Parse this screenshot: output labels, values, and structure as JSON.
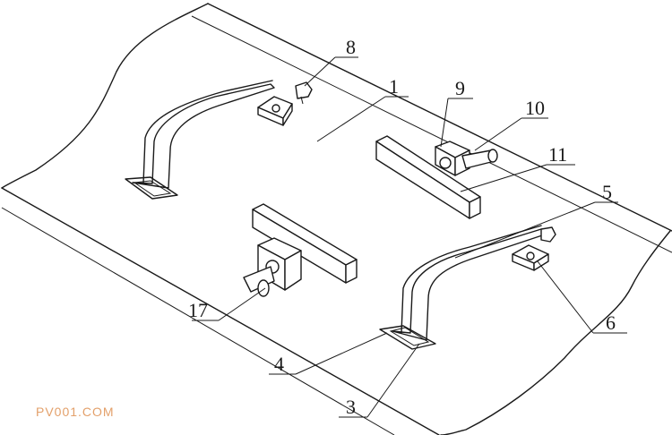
{
  "callouts": [
    {
      "id": "1",
      "label": "1"
    },
    {
      "id": "3",
      "label": "3"
    },
    {
      "id": "4",
      "label": "4"
    },
    {
      "id": "5",
      "label": "5"
    },
    {
      "id": "6",
      "label": "6"
    },
    {
      "id": "8",
      "label": "8"
    },
    {
      "id": "9",
      "label": "9"
    },
    {
      "id": "10",
      "label": "10"
    },
    {
      "id": "11",
      "label": "11"
    },
    {
      "id": "17",
      "label": "17"
    }
  ],
  "watermark": "PV001.COM"
}
